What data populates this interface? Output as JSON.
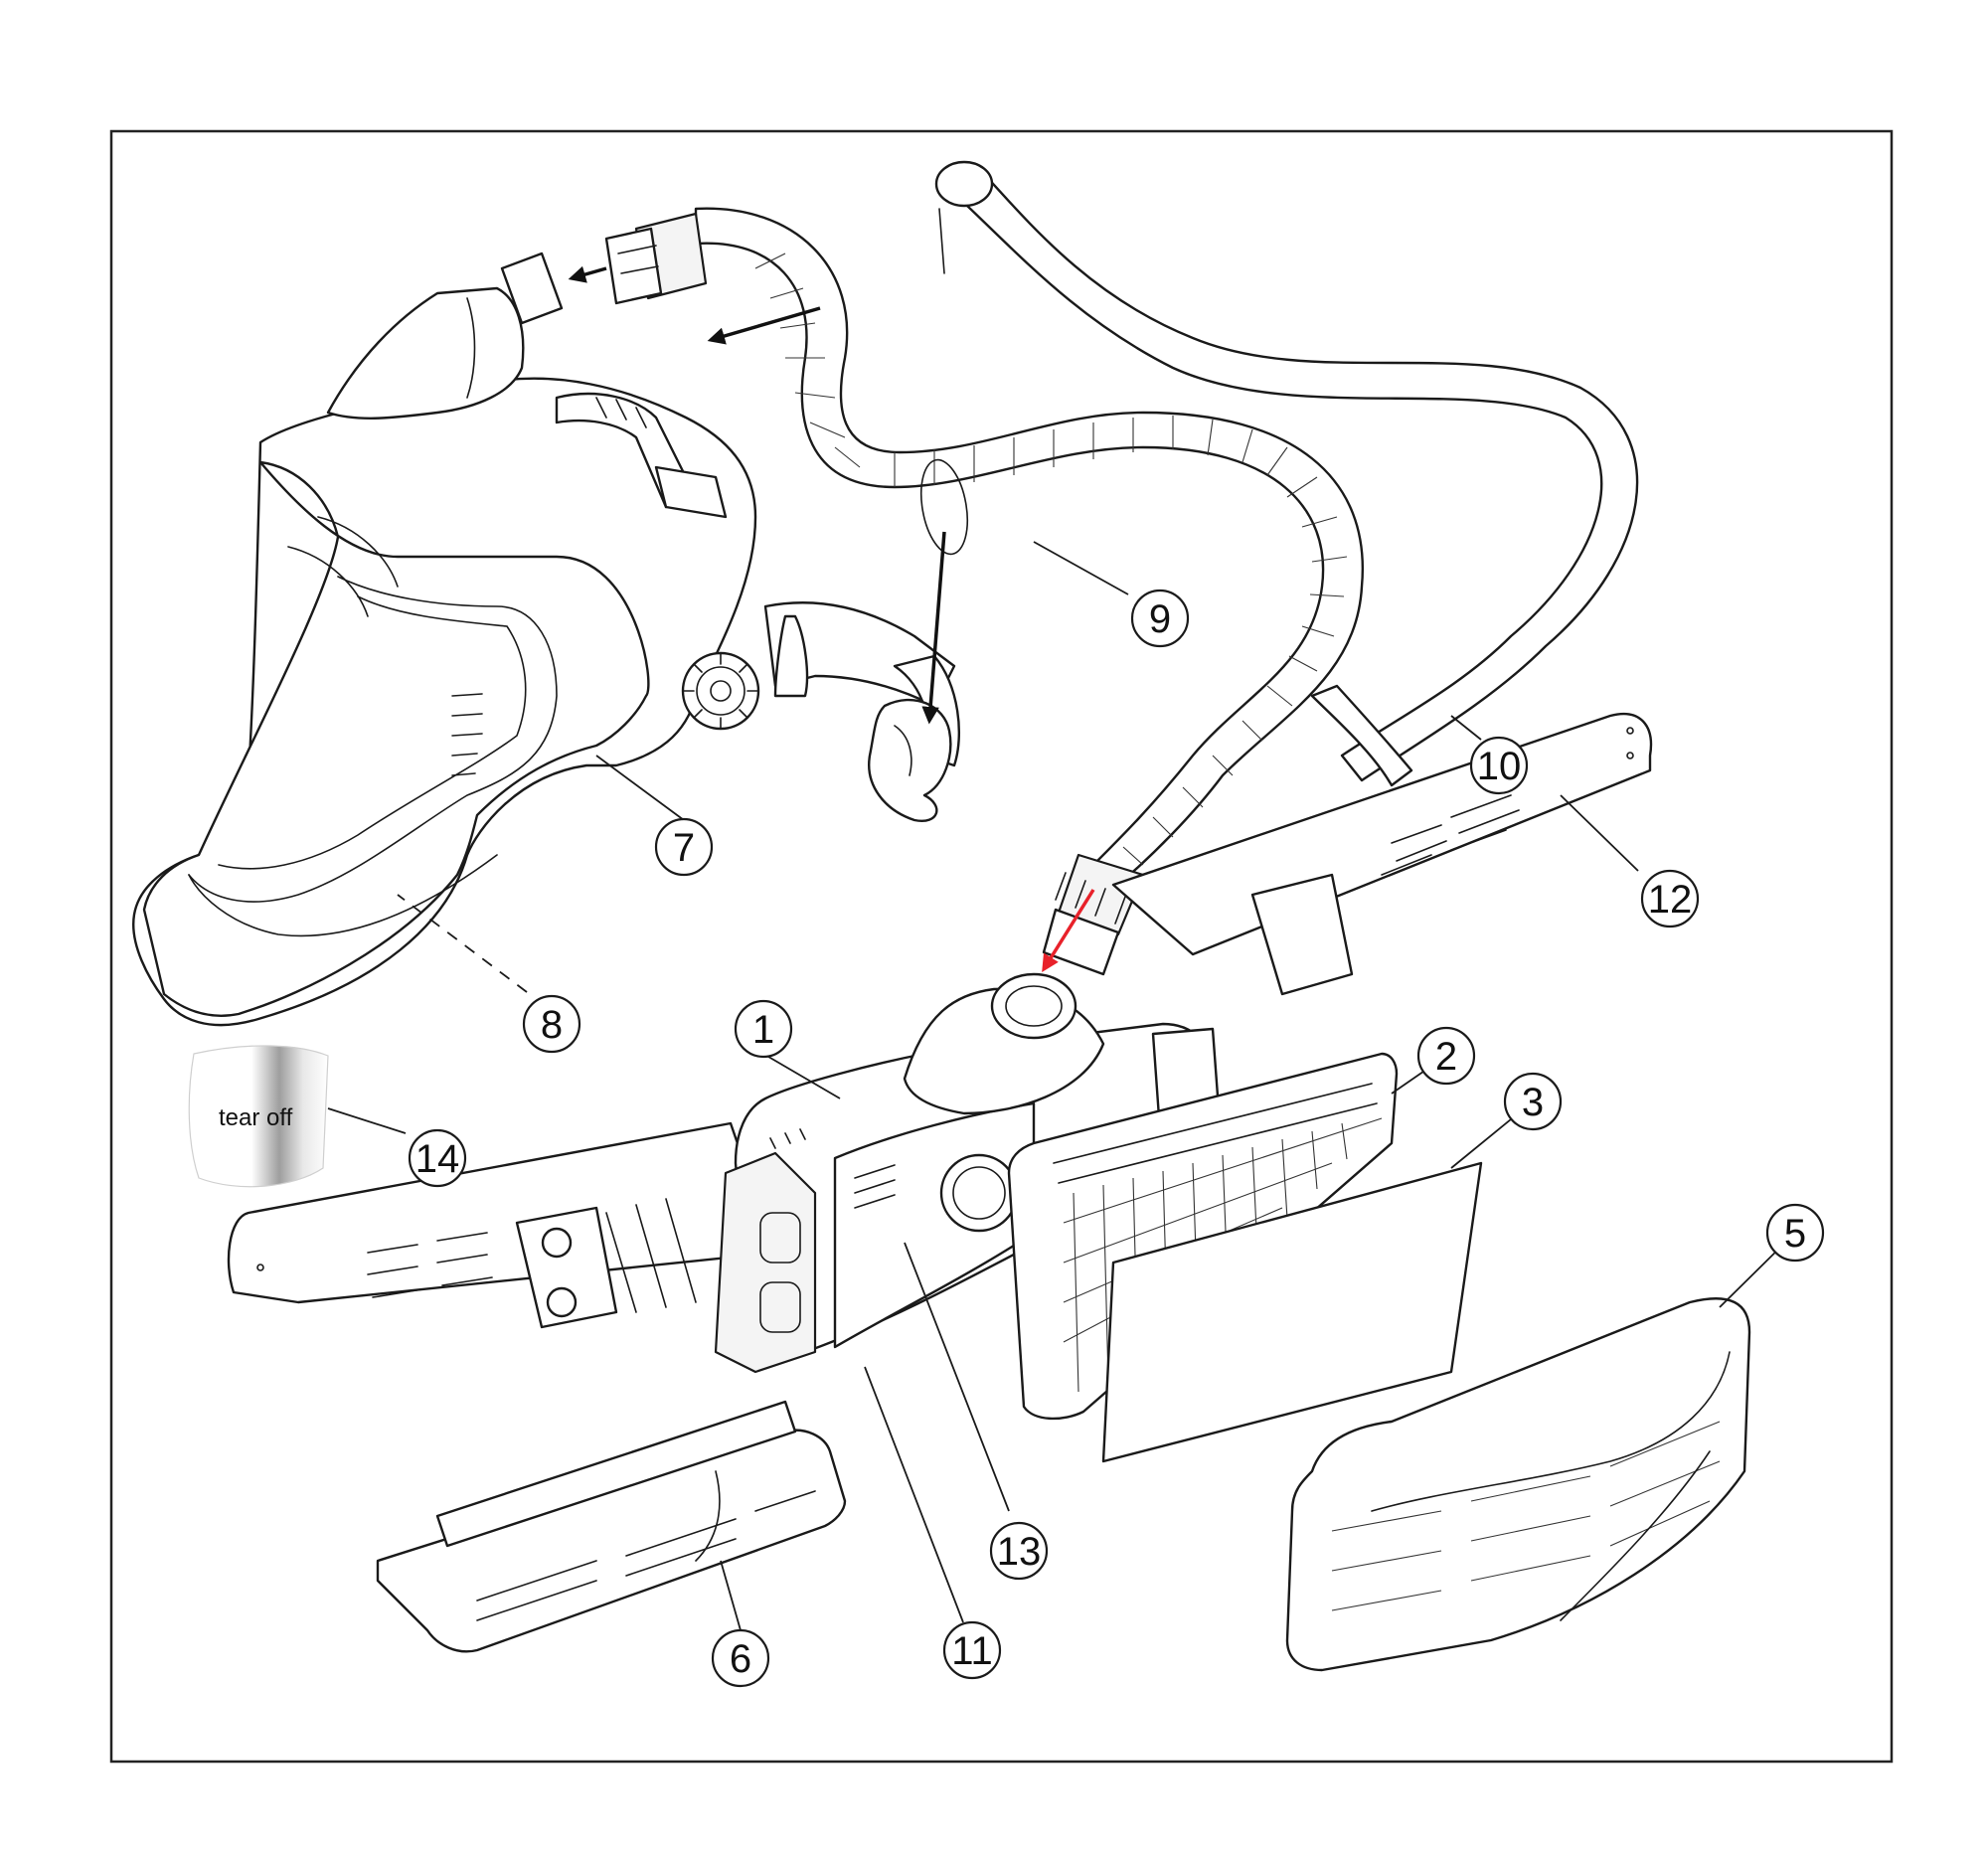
{
  "callouts": {
    "c1": "1",
    "c2": "2",
    "c3": "3",
    "c5": "5",
    "c6": "6",
    "c7": "7",
    "c8": "8",
    "c9": "9",
    "c10": "10",
    "c11": "11",
    "c12": "12",
    "c13": "13",
    "c14": "14"
  },
  "tear_off_label": "tear off",
  "colors": {
    "line": "#1a1a1a",
    "airflow_arrow": "#e8212a",
    "tear_off_gradient": [
      "#ffffff",
      "#9e9e9e"
    ]
  }
}
